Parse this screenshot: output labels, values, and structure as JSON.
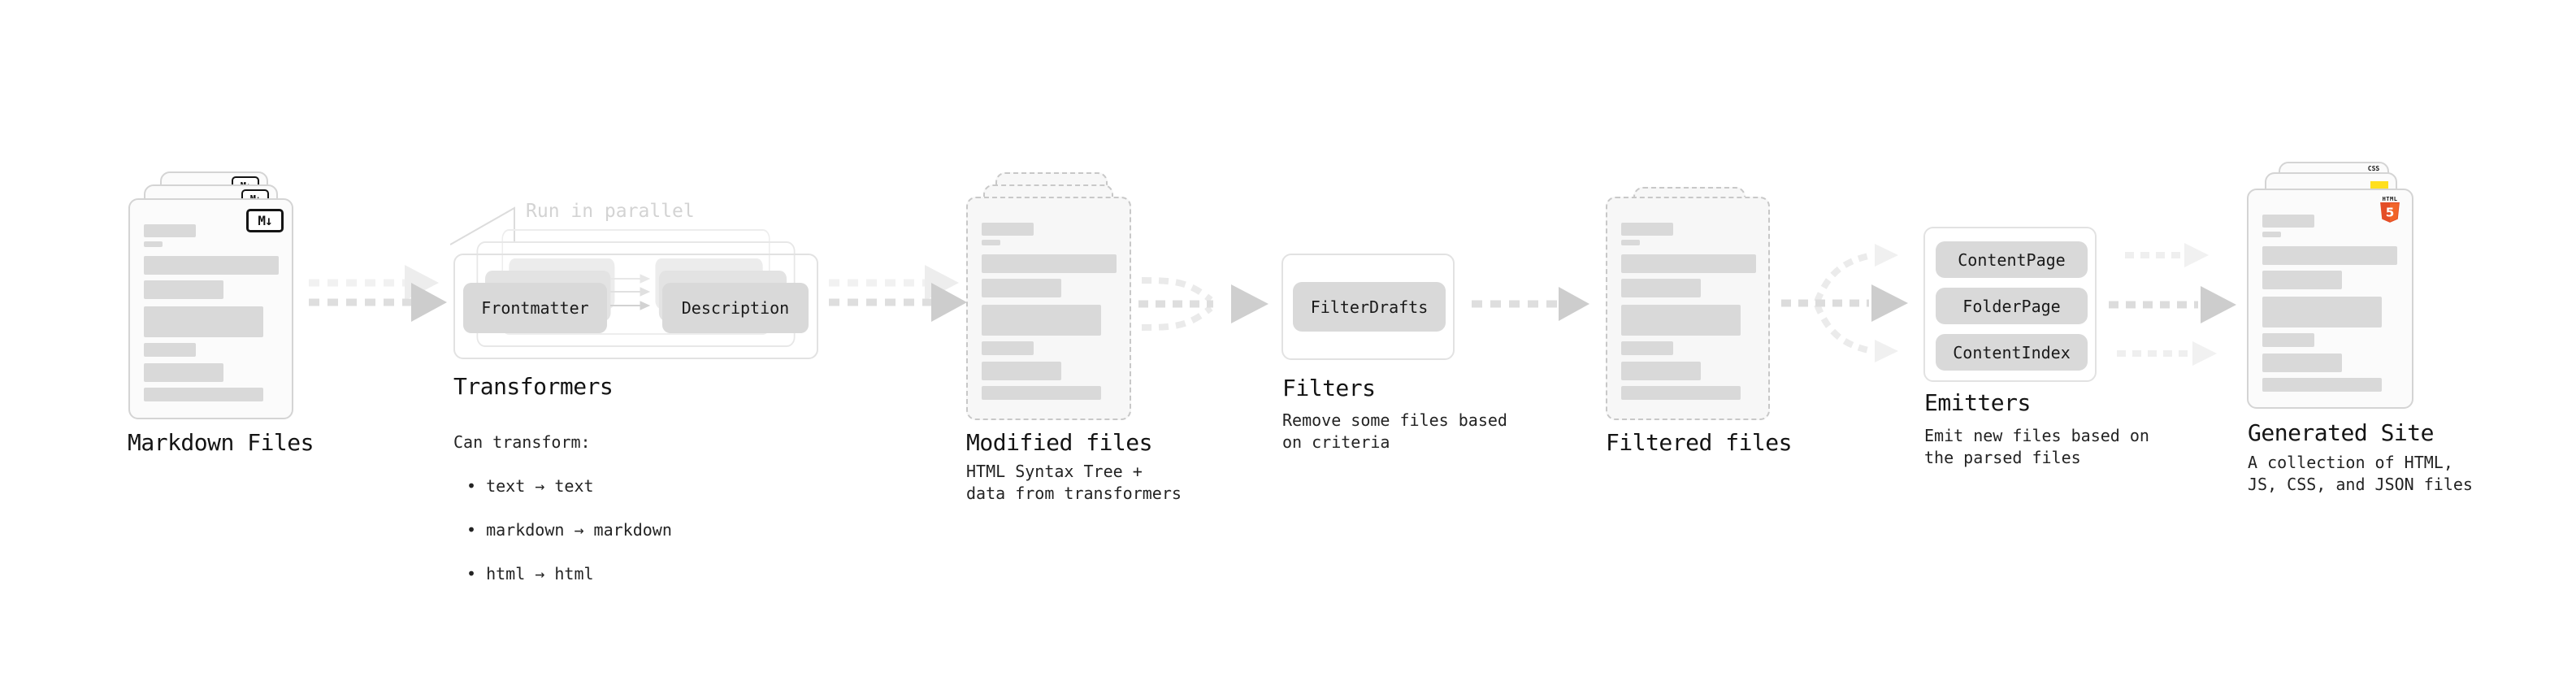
{
  "diagram": {
    "markdown_files": {
      "title": "Markdown Files",
      "file_icon": "M↓"
    },
    "transformers": {
      "annotation": "Run in parallel",
      "transformer_1": "Frontmatter",
      "transformer_2": "Description",
      "title": "Transformers",
      "caption_heading": "Can transform:",
      "bullets": [
        "• text → text",
        "• markdown → markdown",
        "• html → html"
      ]
    },
    "modified_files": {
      "title": "Modified files",
      "caption": "HTML Syntax Tree +\ndata from transformers"
    },
    "filters": {
      "filter_1": "FilterDrafts",
      "title": "Filters",
      "caption": "Remove some files based\non criteria"
    },
    "filtered_files": {
      "title": "Filtered files"
    },
    "emitters": {
      "emitter_1": "ContentPage",
      "emitter_2": "FolderPage",
      "emitter_3": "ContentIndex",
      "title": "Emitters",
      "caption": "Emit new files based on\nthe parsed files"
    },
    "generated_site": {
      "title": "Generated Site",
      "caption": "A collection of HTML,\nJS, CSS, and JSON files",
      "html_icon_label": "HTML",
      "html_icon_number": "5",
      "css_icon_label": "CSS"
    },
    "colors": {
      "html5_orange": "#e44d26",
      "html5_orange_light": "#f16529",
      "js_yellow": "#ffdf1e",
      "css_blue": "#2d62f1"
    }
  }
}
